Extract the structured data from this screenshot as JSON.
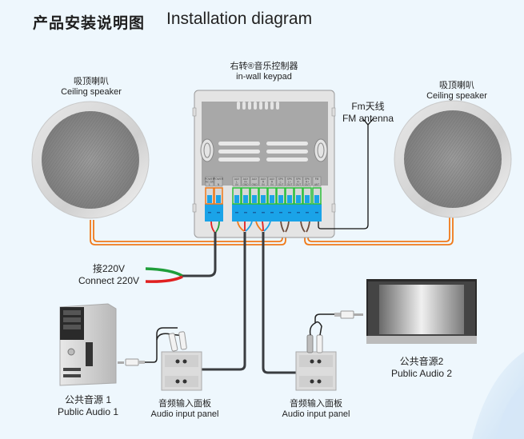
{
  "header": {
    "title_cn": "产品安装说明图",
    "title_en": "Installation diagram"
  },
  "keypad": {
    "label_cn": "右转®音乐控制器",
    "label_en": "in-wall keypad",
    "terminals": [
      {
        "line1": "POWER",
        "line2": "AC 220",
        "line3": "L",
        "group": "power"
      },
      {
        "line1": "POWER",
        "line2": "",
        "line3": "N",
        "group": "power"
      },
      {
        "line1": "AUX",
        "line2": "L",
        "line3": "IN",
        "group": "aux"
      },
      {
        "line1": "AUX",
        "line2": "IN",
        "line3": "GND",
        "group": "aux"
      },
      {
        "line1": "AUX",
        "line2": "",
        "line3": "GND",
        "group": "aux"
      },
      {
        "line1": "AUX",
        "line2": "R",
        "line3": "IN",
        "group": "aux"
      },
      {
        "line1": "AUX",
        "line2": "R",
        "line3": "IN",
        "group": "aux"
      },
      {
        "line1": "SPK",
        "line2": "L-",
        "line3": "OUT",
        "group": "spk"
      },
      {
        "line1": "SPK",
        "line2": "L+",
        "line3": "OUT",
        "group": "spk"
      },
      {
        "line1": "SPK",
        "line2": "R-",
        "line3": "OUT",
        "group": "spk"
      },
      {
        "line1": "SPK",
        "line2": "R+",
        "line3": "OUT",
        "group": "spk"
      },
      {
        "line1": "FM",
        "line2": "",
        "line3": "ANT",
        "group": "fm"
      }
    ]
  },
  "speaker_left": {
    "label_cn": "吸顶喇叭",
    "label_en": "Ceiling speaker"
  },
  "speaker_right": {
    "label_cn": "吸顶喇叭",
    "label_en": "Ceiling speaker"
  },
  "antenna": {
    "label_cn": "Fm天线",
    "label_en": "FM antenna"
  },
  "power": {
    "label_cn": "接220V",
    "label_en": "Connect 220V"
  },
  "source1": {
    "label_cn": "公共音源 1",
    "label_en": "Public Audio 1",
    "device": "desktop-computer"
  },
  "source2": {
    "label_cn": "公共音源2",
    "label_en": "Public Audio 2",
    "device": "television"
  },
  "panel1": {
    "label_cn": "音频输入面板",
    "label_en": "Audio input panel"
  },
  "panel2": {
    "label_cn": "音频输入面板",
    "label_en": "Audio input panel"
  },
  "colors": {
    "background": "#eef7fd",
    "speaker_wire": "#f07a1a",
    "terminal_blue": "#1aa3e8",
    "terminal_frame_power": "#f07a1a",
    "terminal_frame_signal": "#2bbf3a",
    "cable": "#3a3d40",
    "wire_red": "#e02020",
    "wire_green": "#1f9e3a",
    "wire_brown": "#6b4a3a"
  }
}
